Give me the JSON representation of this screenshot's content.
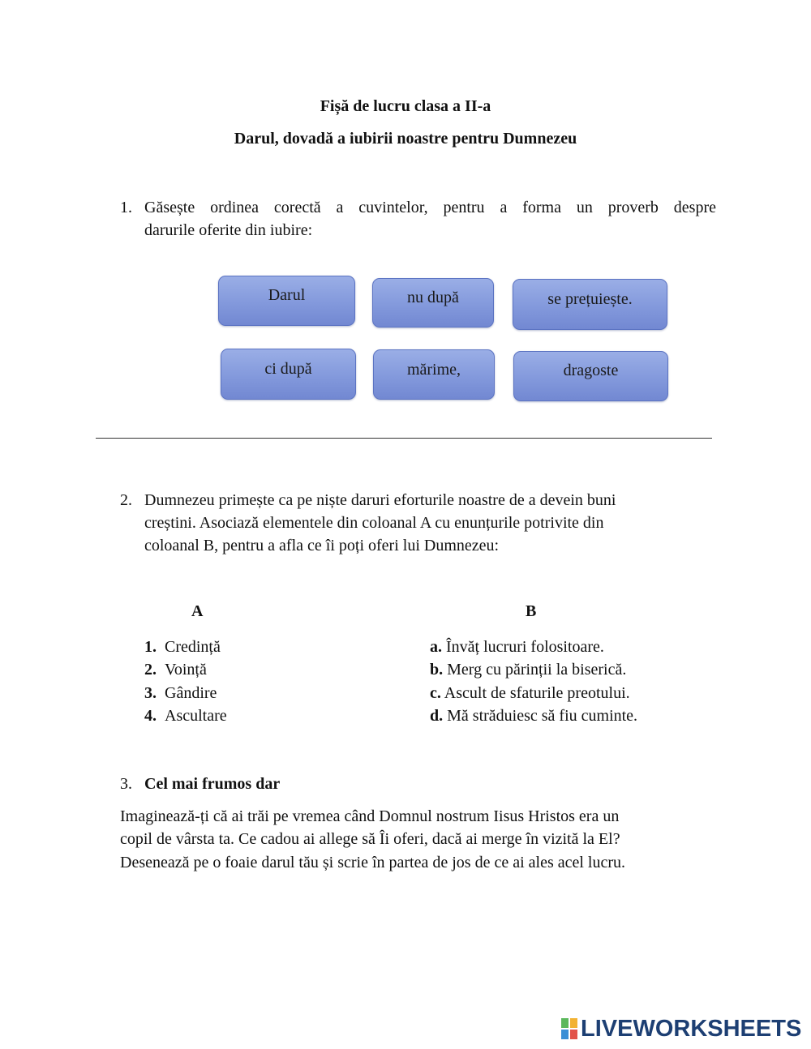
{
  "header": {
    "title": "Fișă de lucru clasa a II-a",
    "subtitle": "Darul, dovadă a iubirii noastre pentru Dumnezeu"
  },
  "exercise1": {
    "number": "1.",
    "line1": "Găsește ordinea corectă a cuvintelor, pentru a forma un proverb despre",
    "line2": "darurile oferite din iubire:",
    "words": [
      "Darul",
      "nu după",
      "se prețuiește.",
      "ci după",
      "mărime,",
      "dragoste"
    ]
  },
  "exercise2": {
    "number": "2.",
    "line1": "Dumnezeu primește ca pe niște daruri eforturile noastre de a devein buni",
    "line2": "creștini. Asociază elementele din coloanal A cu enunțurile potrivite din",
    "line3": "coloanal B, pentru a afla ce îi poți oferi lui Dumnezeu:",
    "column_a_header": "A",
    "column_b_header": "B",
    "column_a": [
      {
        "num": "1.",
        "text": "Credință"
      },
      {
        "num": "2.",
        "text": "Voință"
      },
      {
        "num": "3.",
        "text": "Gândire"
      },
      {
        "num": "4.",
        "text": "Ascultare"
      }
    ],
    "column_b": [
      {
        "letter": "a.",
        "text": "Învăț lucruri folositoare."
      },
      {
        "letter": "b.",
        "text": "Merg cu părinții la biserică."
      },
      {
        "letter": "c.",
        "text": "Ascult de sfaturile preotului."
      },
      {
        "letter": "d.",
        "text": "Mă străduiesc să fiu cuminte."
      }
    ]
  },
  "exercise3": {
    "number": "3.",
    "heading": "Cel mai frumos dar",
    "line1": "Imaginează-ți că ai trăi pe vremea când Domnul nostrum Iisus Hristos era un",
    "line2": "copil de vârsta ta. Ce cadou ai allege să Îi oferi, dacă ai merge în vizită la El?",
    "line3": "Desenează pe o foaie darul tău și scrie în partea de jos de ce ai ales acel lucru."
  },
  "footer": {
    "logo_text": "LIVEWORKSHEETS",
    "brand_color": "#1d3f73"
  },
  "colors": {
    "box_fill": "#8399dc",
    "box_border": "#5b73c2"
  }
}
